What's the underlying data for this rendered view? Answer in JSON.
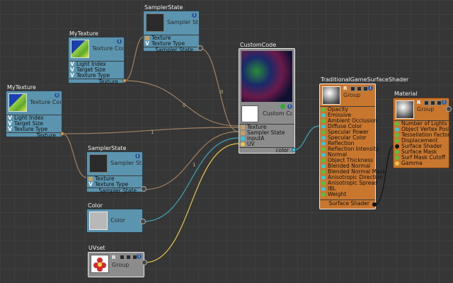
{
  "colors": {
    "canvas": "#363636",
    "blue_node": "#5b94ae",
    "orange_node": "#c9772e",
    "wire_tan": "#a08060",
    "wire_teal": "#3aa4b8",
    "wire_yellow": "#e8c84a"
  },
  "nodes": {
    "sampler_top": {
      "title": "SamplerState",
      "header": "Sampler Sta",
      "ports": [
        "Texture",
        "Texture Type"
      ],
      "output": "Sampler State"
    },
    "mytexture_top": {
      "title": "MyTexture",
      "header": "Texture Con",
      "ports": [
        "Light Index",
        "Target Size",
        "Texture Type"
      ],
      "output": "Texture"
    },
    "mytexture_left": {
      "title": "MyTexture",
      "header": "Texture Con",
      "ports": [
        "Light Index",
        "Target Size",
        "Texture Type"
      ],
      "output": "Texture"
    },
    "sampler_bottom": {
      "title": "SamplerState",
      "header": "Sampler Sta",
      "ports": [
        "Texture",
        "Texture Type"
      ],
      "output": "Sampler State"
    },
    "color": {
      "title": "Color",
      "header": "Color"
    },
    "uvset": {
      "title": "UVset",
      "header": "Group",
      "letter": "R"
    },
    "custom": {
      "title": "CustomCode",
      "header": "Custom Co",
      "ports": [
        "Texture",
        "Sampler State",
        "inputA",
        "UV"
      ],
      "output": "color"
    },
    "traditional": {
      "title": "TraditionalGameSurfaceShader",
      "header": "Group",
      "letter": "R",
      "ports": [
        "Opacity",
        "Emissive",
        "Ambient Occlusion",
        "Diffuse Color",
        "Specular Power",
        "Specular Color",
        "Reflection",
        "Reflection Intensity",
        "Normal",
        "Object Thickness",
        "Blended Normal",
        "Blended Normal Mask",
        "Anisotropic Direction",
        "Anisotropic Spread",
        "IBL",
        "Weight"
      ],
      "output": "Surface Shader"
    },
    "material": {
      "title": "Material",
      "header": "Group",
      "letter": "R",
      "ports": [
        "Number of Lights",
        "Object Vertex Position",
        "Tessellation Factor",
        "Displacement",
        "Surface Shader",
        "Surface Mask",
        "Surf Mask Cutoff",
        "Gamma"
      ]
    }
  },
  "wire_labels": [
    "0",
    "0",
    "1",
    "1"
  ]
}
